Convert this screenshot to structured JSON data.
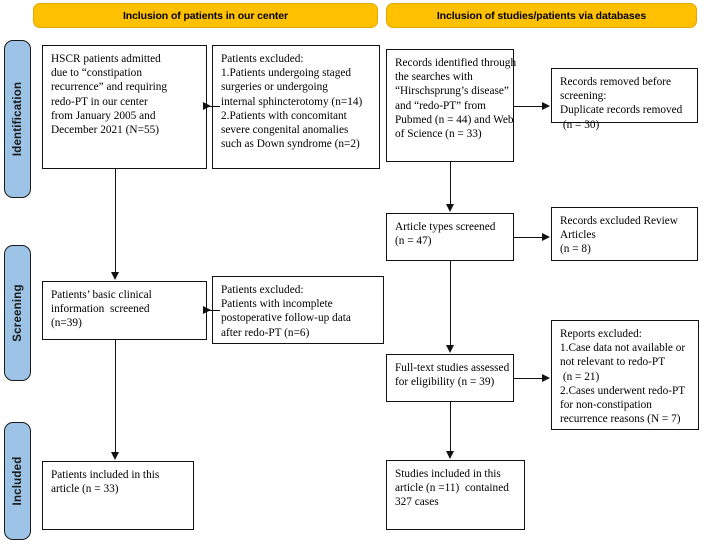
{
  "diagram": {
    "type": "prisma-flow-diagram",
    "colors": {
      "banner": "#FFC000",
      "stage_label": "#9DC3E6",
      "box_border": "#111111",
      "background": "#FFFFFF"
    }
  },
  "banners": {
    "left": "Inclusion of patients in our center",
    "right": "Inclusion of studies/patients via databases"
  },
  "stages": {
    "identification": "Identification",
    "screening": "Screening",
    "included": "Included"
  },
  "left_column": {
    "b1": {
      "name": "hscr-patients-admitted",
      "lines": [
        "HSCR patients admitted",
        "due to “constipation",
        "recurrence” and requiring",
        "redo-PT in our center",
        "from January 2005 and",
        "December 2021 (N=55)"
      ]
    },
    "b2": {
      "name": "patients-excluded-identification",
      "lines": [
        "Patients excluded:",
        "1.Patients undergoing staged",
        "surgeries or undergoing",
        "internal sphincterotomy (n=14)",
        "2.Patients with concomitant",
        "severe congenital anomalies",
        "such as Down syndrome (n=2)"
      ]
    },
    "b3": {
      "name": "patients-basic-clinical-information-screened",
      "lines": [
        "Patients’ basic clinical",
        "information  screened",
        "(n=39)"
      ]
    },
    "b4": {
      "name": "patients-excluded-screening",
      "lines": [
        "Patients excluded:",
        "Patients with incomplete",
        "postoperative follow-up data",
        "after redo-PT (n=6)"
      ]
    },
    "b5": {
      "name": "patients-included-in-article",
      "lines": [
        "Patients included in this",
        "article (n = 33)"
      ]
    }
  },
  "right_column": {
    "b1": {
      "name": "records-identified-through-searches",
      "lines": [
        "Records identified through",
        "the searches with",
        "“Hirschsprung’s disease”",
        "and “redo-PT” from",
        "Pubmed (n = 44) and Web",
        "of Science (n = 33)"
      ]
    },
    "b2": {
      "name": "records-removed-before-screening",
      "lines": [
        "Records removed before",
        "screening:",
        "Duplicate records removed",
        " (n = 30)"
      ]
    },
    "b3": {
      "name": "article-types-screened",
      "lines": [
        "Article types screened",
        "(n = 47)"
      ]
    },
    "b4": {
      "name": "records-excluded-review-articles",
      "lines": [
        "Records excluded Review",
        "Articles",
        "(n = 8)"
      ]
    },
    "b5": {
      "name": "full-text-studies-assessed",
      "lines": [
        "Full-text studies assessed",
        "for eligibility (n = 39)"
      ]
    },
    "b6": {
      "name": "reports-excluded",
      "lines": [
        "Reports excluded:",
        "1.Case data not available or",
        "not relevant to redo-PT",
        " (n = 21)",
        "2.Cases underwent redo-PT",
        "for non-constipation",
        "recurrence reasons (N = 7)"
      ]
    },
    "b7": {
      "name": "studies-included-in-article",
      "lines": [
        "Studies included in this",
        "article (n =11)  contained",
        "327 cases"
      ]
    }
  }
}
